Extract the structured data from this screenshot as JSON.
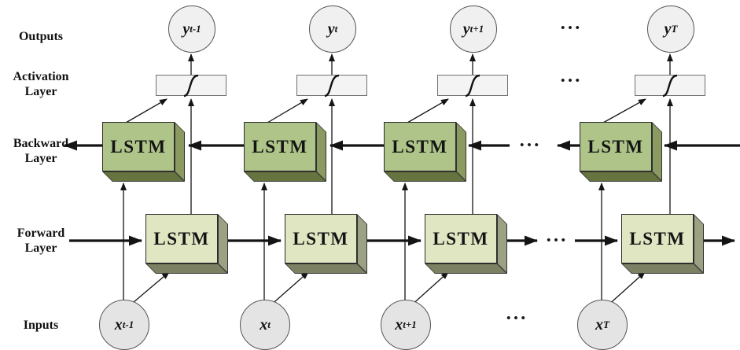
{
  "labels": {
    "rows": {
      "outputs": {
        "line1": "Outputs",
        "line2": ""
      },
      "activation": {
        "line1": "Activation",
        "line2": "Layer"
      },
      "backward": {
        "line1": "Backward",
        "line2": "Layer"
      },
      "forward": {
        "line1": "Forward",
        "line2": "Layer"
      },
      "inputs": {
        "line1": "Inputs",
        "line2": ""
      }
    },
    "lstm": "LSTM",
    "ellipsis": "•••"
  },
  "columns": [
    {
      "time_step": "t-1",
      "output": {
        "base": "y",
        "sub": "t-1"
      },
      "input": {
        "base": "x",
        "sub": "t-1"
      }
    },
    {
      "time_step": "t",
      "output": {
        "base": "y",
        "sub": "t"
      },
      "input": {
        "base": "x",
        "sub": "t"
      }
    },
    {
      "time_step": "t+1",
      "output": {
        "base": "y",
        "sub": "t+1"
      },
      "input": {
        "base": "x",
        "sub": "t+1"
      }
    },
    {
      "time_step": "T",
      "output": {
        "base": "y",
        "sub": "T"
      },
      "input": {
        "base": "x",
        "sub": "T"
      }
    }
  ],
  "icons": {
    "activation": "sigmoid-curve-icon"
  },
  "colors": {
    "backward_face": "#aec489",
    "backward_side": "#8a9a60",
    "backward_bottom": "#66743f",
    "forward_face": "#e0e5c2",
    "forward_side": "#9ba183",
    "forward_bottom": "#7b8162",
    "output_fill": "#f0f0f0",
    "input_fill": "#e4e4e4",
    "activation_fill": "#f4f4f4",
    "line": "#141414"
  }
}
